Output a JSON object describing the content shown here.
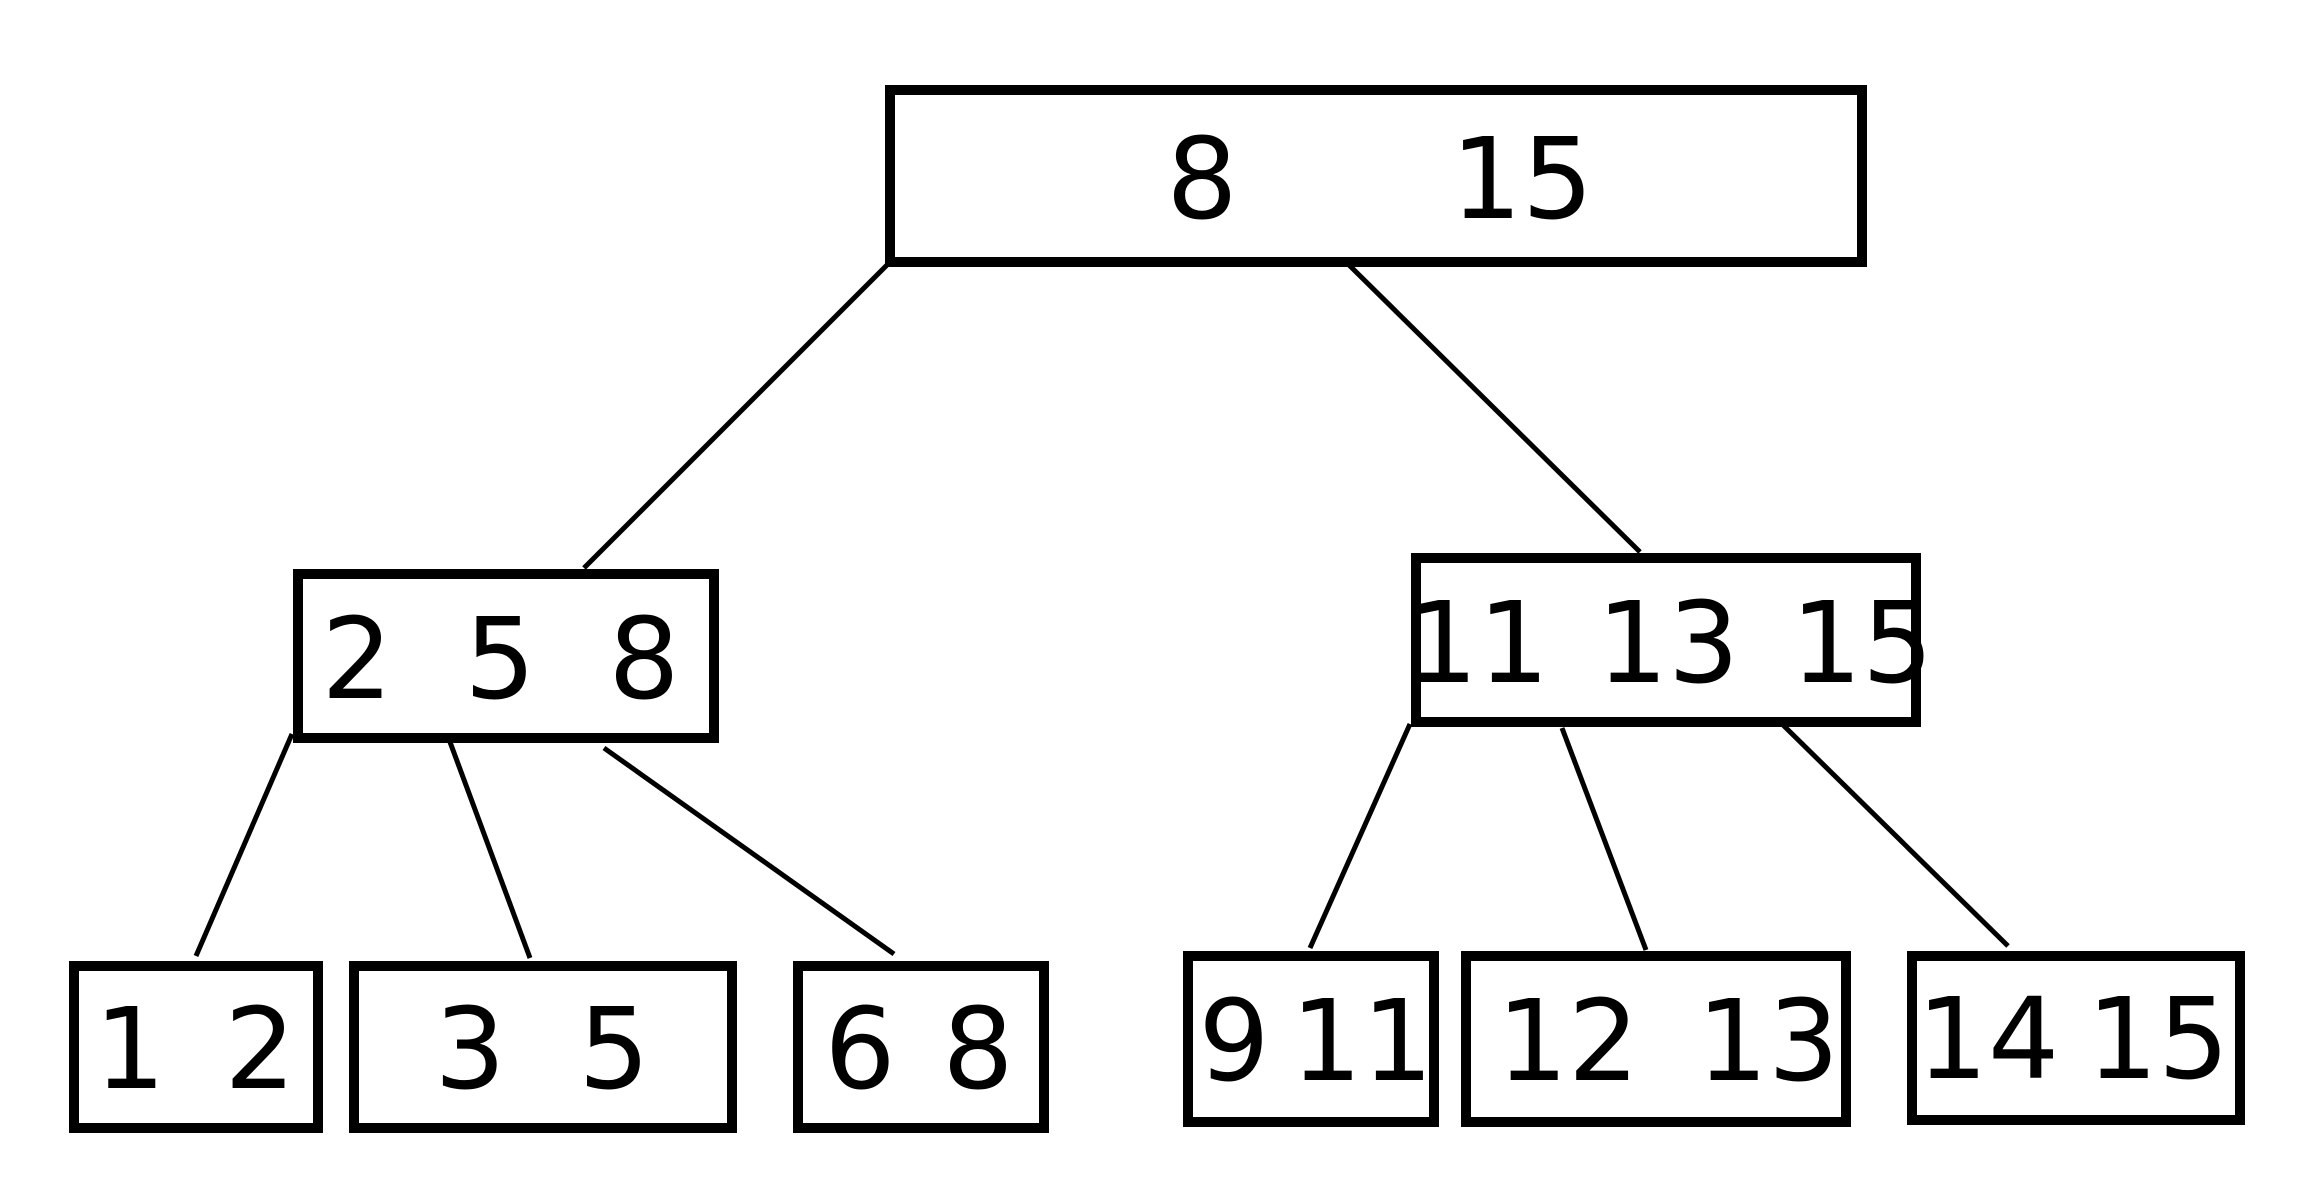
{
  "tree": {
    "root": {
      "keys": [
        "8",
        "15"
      ]
    },
    "level1": [
      {
        "keys": [
          "2",
          "5",
          "8"
        ]
      },
      {
        "keys": [
          "11",
          "13",
          "15"
        ]
      }
    ],
    "leaves": [
      {
        "keys": [
          "1",
          "2"
        ]
      },
      {
        "keys": [
          "3",
          "5"
        ]
      },
      {
        "keys": [
          "6",
          "8"
        ]
      },
      {
        "keys": [
          "9",
          "11"
        ]
      },
      {
        "keys": [
          "12",
          "13"
        ]
      },
      {
        "keys": [
          "14",
          "15"
        ]
      }
    ]
  },
  "colors": {
    "stroke": "#000000",
    "background": "#ffffff"
  }
}
